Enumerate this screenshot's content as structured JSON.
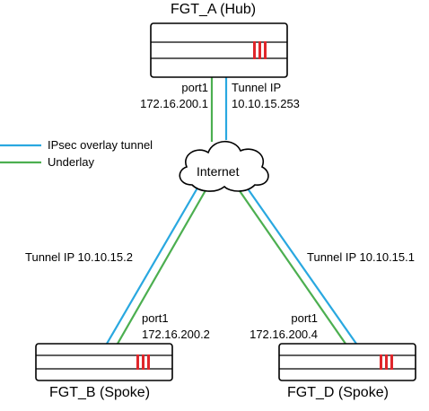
{
  "diagram": {
    "hub": {
      "title": "FGT_A (Hub)",
      "port_label": "port1",
      "port_ip": "172.16.200.1",
      "tunnel_label": "Tunnel IP",
      "tunnel_ip": "10.10.15.253"
    },
    "spoke_b": {
      "title": "FGT_B (Spoke)",
      "tunnel_text": "Tunnel IP 10.10.15.2",
      "port_label": "port1",
      "port_ip": "172.16.200.2"
    },
    "spoke_d": {
      "title": "FGT_D (Spoke)",
      "tunnel_text": "Tunnel IP 10.10.15.1",
      "port_label": "port1",
      "port_ip": "172.16.200.4"
    },
    "cloud_label": "Internet",
    "legend": {
      "ipsec": "IPsec overlay tunnel",
      "underlay": "Underlay"
    },
    "colors": {
      "ipsec": "#29a8e0",
      "underlay": "#4caf50",
      "fortinet_red": "#e0262b",
      "outline": "#000000"
    }
  }
}
